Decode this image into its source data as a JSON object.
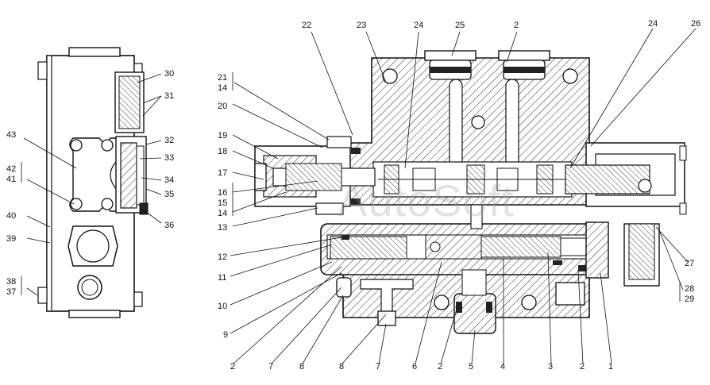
{
  "watermark": "AutoSoft",
  "labels_side": {
    "l30": "30",
    "l31": "31",
    "l32": "32",
    "l33": "33",
    "l34": "34",
    "l35": "35",
    "l36": "36",
    "l43": "43",
    "l42": "42",
    "l41": "41",
    "l40": "40",
    "l39": "39",
    "l38": "38",
    "l37": "37"
  },
  "labels_section": {
    "l22": "22",
    "l23": "23",
    "l24a": "24",
    "l25": "25",
    "l2top": "2",
    "l24b": "24",
    "l26": "26",
    "l21": "21",
    "l14a": "14",
    "l20": "20",
    "l19": "19",
    "l18": "18",
    "l17": "17",
    "l16": "16",
    "l15": "15",
    "l14b": "14",
    "l13": "13",
    "l12": "12",
    "l11": "11",
    "l10": "10",
    "l9": "9",
    "l27": "27",
    "l28": "28",
    "l29": "29"
  },
  "labels_bottom": {
    "b2a": "2",
    "b7a": "7",
    "b8a": "8",
    "b8b": "8",
    "b7b": "7",
    "b6": "6",
    "b2b": "2",
    "b5": "5",
    "b4": "4",
    "b3": "3",
    "b2c": "2",
    "b1": "1"
  }
}
